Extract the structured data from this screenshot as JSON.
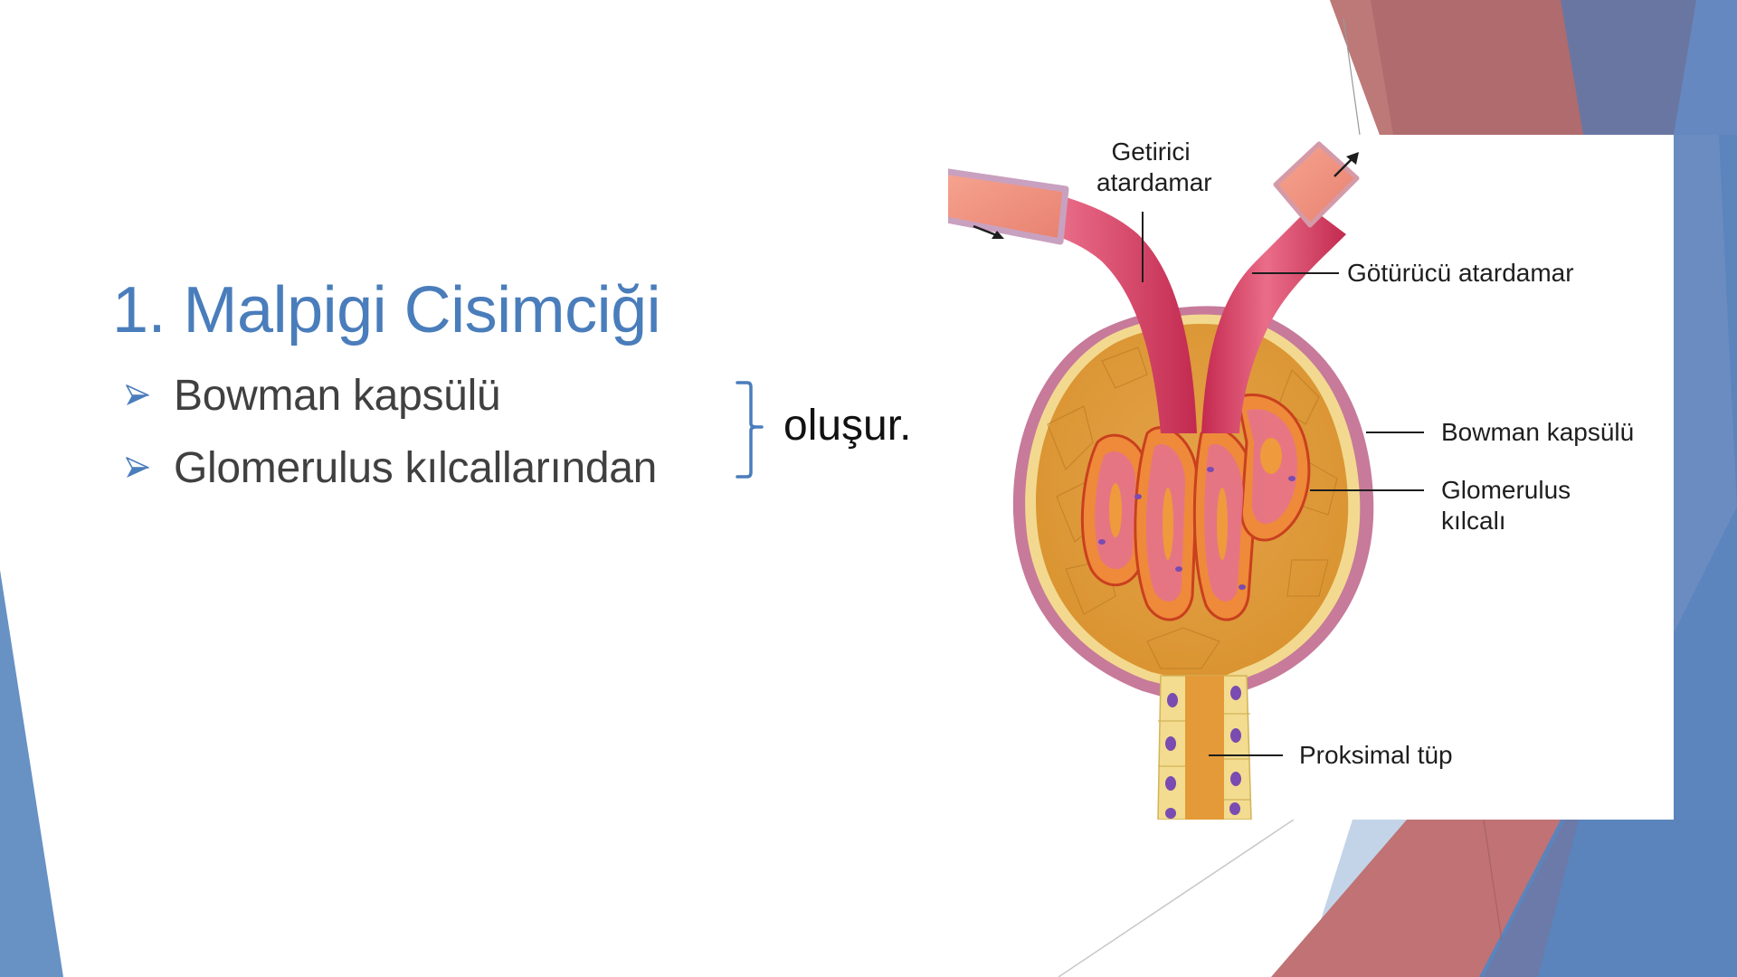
{
  "slide": {
    "title": "1. Malpigi Cisimciği",
    "bullets": [
      {
        "label": "Bowman kapsülü",
        "icon": "arrowhead-bullet-icon"
      },
      {
        "label": "Glomerulus kılcallarından",
        "icon": "arrowhead-bullet-icon"
      }
    ],
    "brace_text": "oluşur."
  },
  "figure": {
    "labels": {
      "afferent_line1": "Getirici",
      "afferent_line2": "atardamar",
      "efferent": "Götürücü atardamar",
      "bowman": "Bowman kapsülü",
      "glomerulus_line1": "Glomerulus",
      "glomerulus_line2": "kılcalı",
      "proximal": "Proksimal tüp"
    }
  },
  "theme": {
    "accent_blue": "#4a7dbb",
    "text_gray": "#404040",
    "decor_red": "#b46e70",
    "decor_slate": "#6a76a2",
    "decor_blue": "#5c86bd",
    "decor_light_blue": "#c3d4e8"
  }
}
